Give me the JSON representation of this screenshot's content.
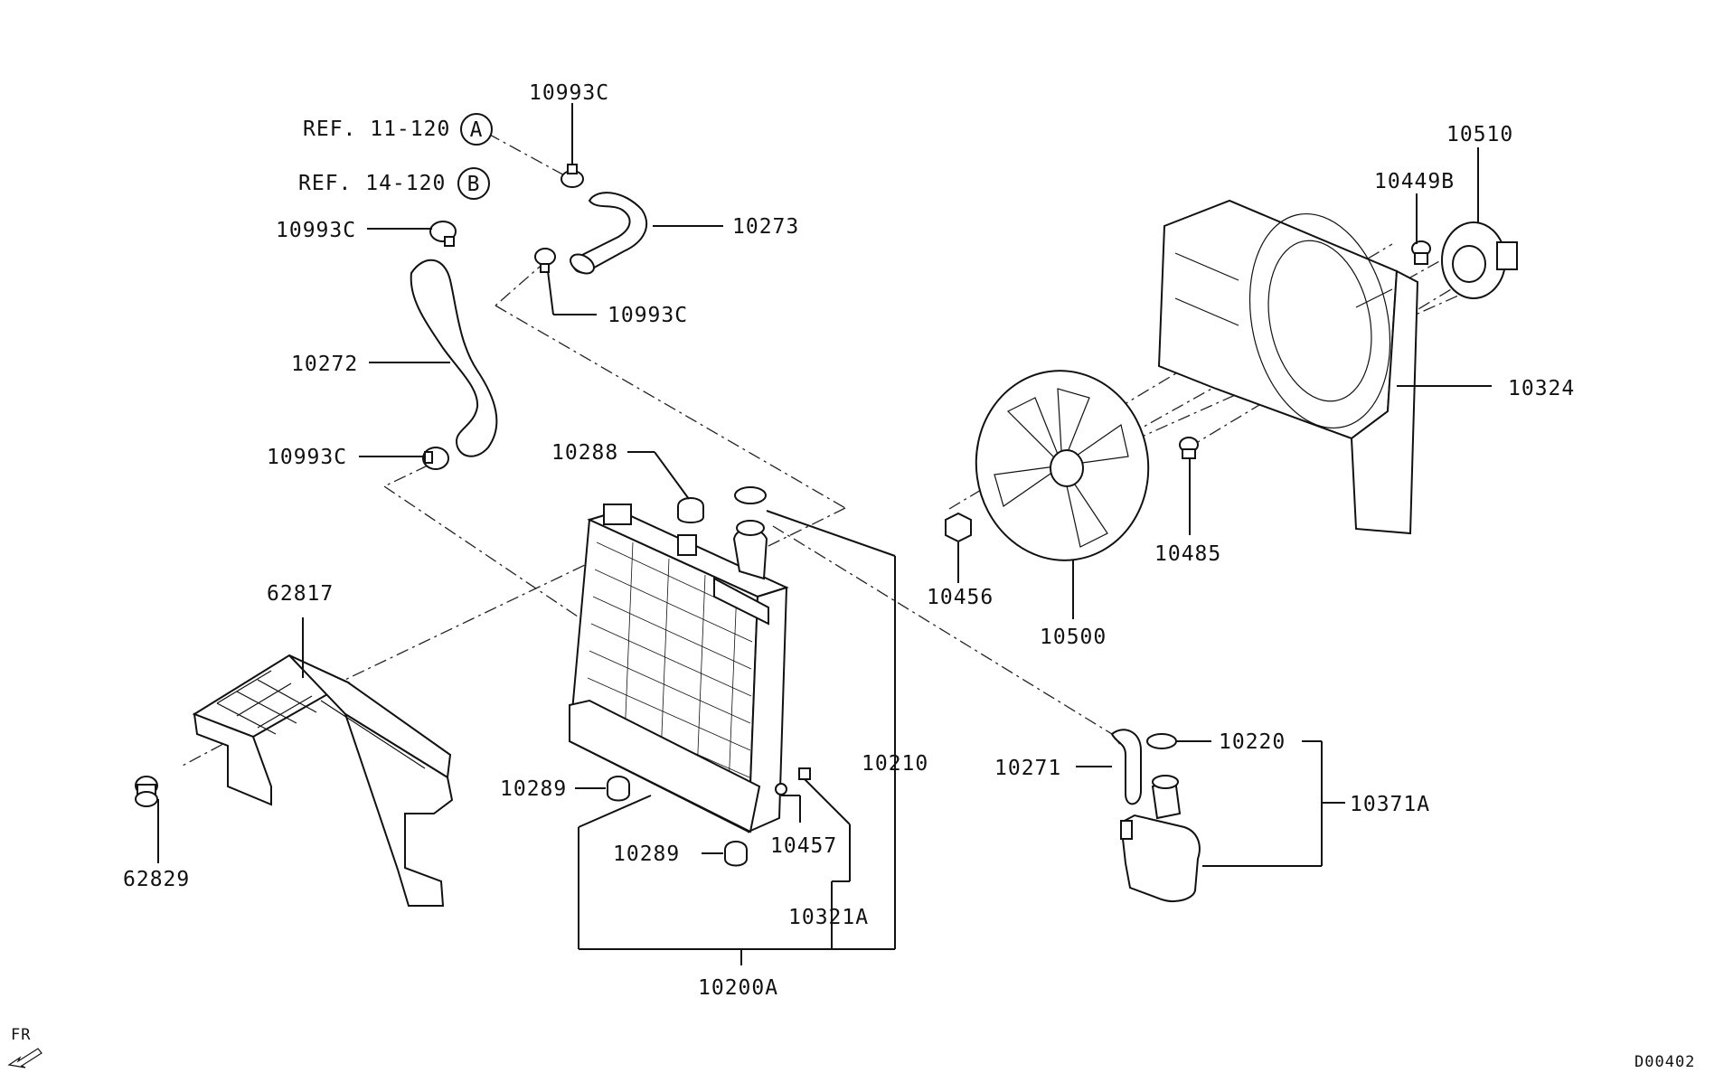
{
  "labels": {
    "ref_a": "REF. 11-120",
    "ref_b": "REF. 14-120",
    "circle_a": "A",
    "circle_b": "B",
    "p10993c_top": "10993C",
    "p10993c_left": "10993C",
    "p10993c_mid": "10993C",
    "p10993c_low": "10993C",
    "p10273": "10273",
    "p10272": "10272",
    "p10288": "10288",
    "p10289_a": "10289",
    "p10289_b": "10289",
    "p10457": "10457",
    "p10321a": "10321A",
    "p10200a": "10200A",
    "p10210": "10210",
    "p62817": "62817",
    "p62829": "62829",
    "p10456": "10456",
    "p10500": "10500",
    "p10485": "10485",
    "p10449b": "10449B",
    "p10510": "10510",
    "p10324": "10324",
    "p10271": "10271",
    "p10220": "10220",
    "p10371a": "10371A",
    "fr": "FR",
    "diagram_code": "D00402"
  }
}
